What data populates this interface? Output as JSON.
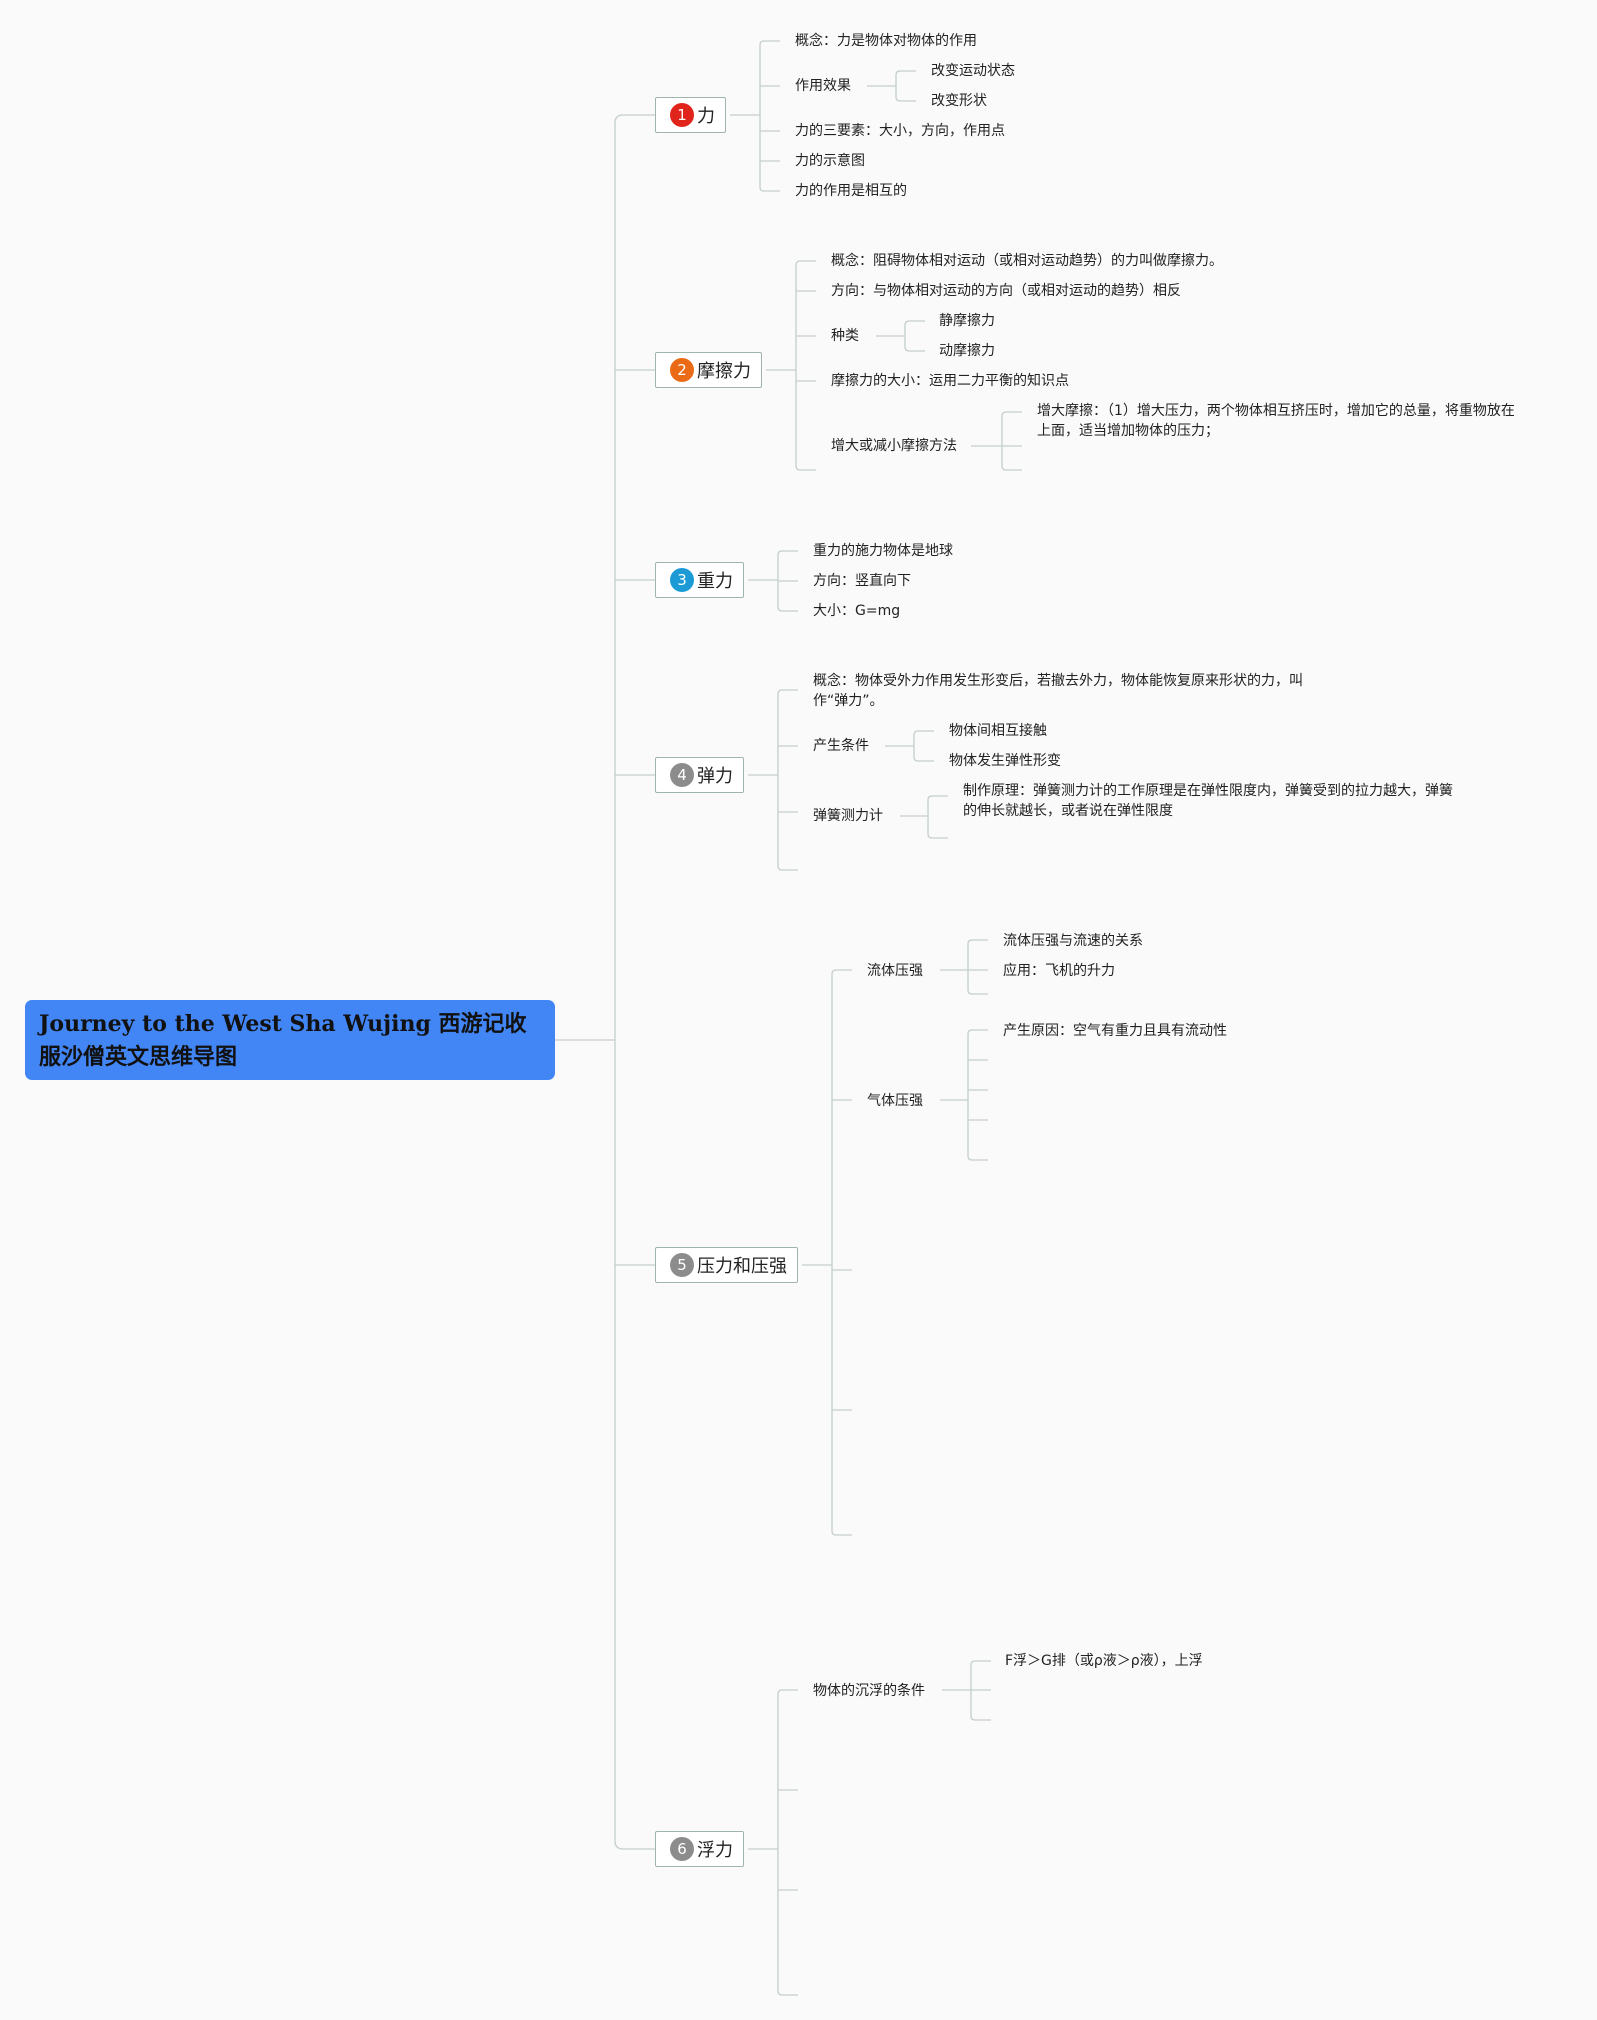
{
  "root": {
    "title": "Journey to the West Sha Wujing 西游记收服沙僧英文思维导图"
  },
  "colors": {
    "root_bg": "#4285f4",
    "badge1": "#e0241b",
    "badge2": "#ea6a15",
    "badge3": "#1b9ad6",
    "badge_gray": "#8c8c8c",
    "line": "#c4cfc9"
  },
  "topics": [
    {
      "number": "1",
      "label": "力",
      "children": [
        {
          "text": "概念：力是物体对物体的作用"
        },
        {
          "text": "作用效果",
          "children": [
            "改变运动状态",
            "改变形状"
          ]
        },
        {
          "text": "力的三要素：大小，方向，作用点"
        },
        {
          "text": "力的示意图"
        },
        {
          "text": "力的作用是相互的"
        }
      ]
    },
    {
      "number": "2",
      "label": "摩擦力",
      "children": [
        {
          "text": "概念：阻碍物体相对运动（或相对运动趋势）的力叫做摩擦力。"
        },
        {
          "text": "方向：与物体相对运动的方向（或相对运动的趋势）相反"
        },
        {
          "text": "种类",
          "children": [
            "静摩擦力",
            "动摩擦力"
          ]
        },
        {
          "text": "摩擦力的大小：运用二力平衡的知识点"
        },
        {
          "text": "增大或减小摩擦方法",
          "children": [
            "增大摩擦：（1）增大压力，两个物体相互挤压时，增加它的总量，将重物放在上面，适当增加物体的压力；"
          ]
        }
      ]
    },
    {
      "number": "3",
      "label": "重力",
      "children": [
        {
          "text": "重力的施力物体是地球"
        },
        {
          "text": "方向：竖直向下"
        },
        {
          "text": "大小：G=mg"
        }
      ]
    },
    {
      "number": "4",
      "label": "弹力",
      "children": [
        {
          "text": "概念：物体受外力作用发生形变后，若撤去外力，物体能恢复原来形状的力，叫作“弹力”。"
        },
        {
          "text": "产生条件",
          "children": [
            "物体间相互接触",
            "物体发生弹性形变"
          ]
        },
        {
          "text": "弹簧测力计",
          "children": [
            "制作原理：弹簧测力计的工作原理是在弹性限度内，弹簧受到的拉力越大，弹簧的伸长就越长，或者说在弹性限度"
          ]
        }
      ]
    },
    {
      "number": "5",
      "label": "压力和压强",
      "children": [
        {
          "text": "流体压强",
          "children": [
            "流体压强与流速的关系",
            "应用：飞机的升力"
          ]
        },
        {
          "text": "气体压强",
          "children": [
            "产生原因：空气有重力且具有流动性"
          ]
        }
      ]
    },
    {
      "number": "6",
      "label": "浮力",
      "children": [
        {
          "text": "物体的沉浮的条件",
          "children": [
            "F浮＞G排（或ρ液＞ρ液），上浮"
          ]
        }
      ]
    }
  ]
}
